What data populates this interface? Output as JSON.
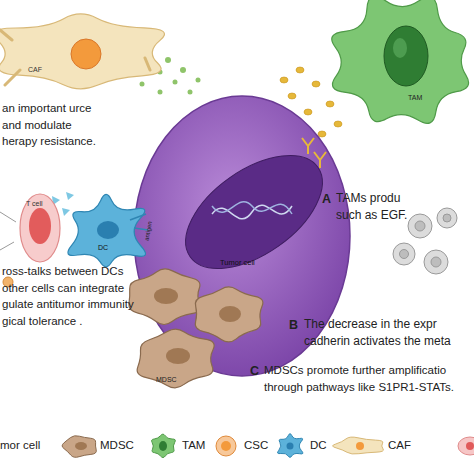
{
  "diagram": {
    "nodes": [
      {
        "text": [
          "CAF"
        ]
      },
      {
        "text": [
          "TAM"
        ]
      },
      {
        "text": [
          "T cell"
        ]
      },
      {
        "text": [
          "DC"
        ]
      },
      {
        "text": [
          "Tumor cell"
        ]
      },
      {
        "text": [
          "MDSC"
        ]
      }
    ],
    "labels": [
      "an important urce and modulate herapy resistance.",
      "A",
      "TAMs produ such as EGF.",
      "antigen",
      "ross-talks between DCs other cells can integrate gulate antitumor immunity gical tolerance .",
      "B",
      "The decrease in the expr cadherin activates the meta",
      "C",
      "MDSCs promote further amplificatio through pathways like S1PR1-STATs."
    ],
    "legend": [
      {
        "text": "mor cell"
      },
      {
        "text": "MDSC"
      },
      {
        "text": "TAM"
      },
      {
        "text": "CSC"
      },
      {
        "text": "DC"
      },
      {
        "text": "CAF"
      }
    ]
  }
}
